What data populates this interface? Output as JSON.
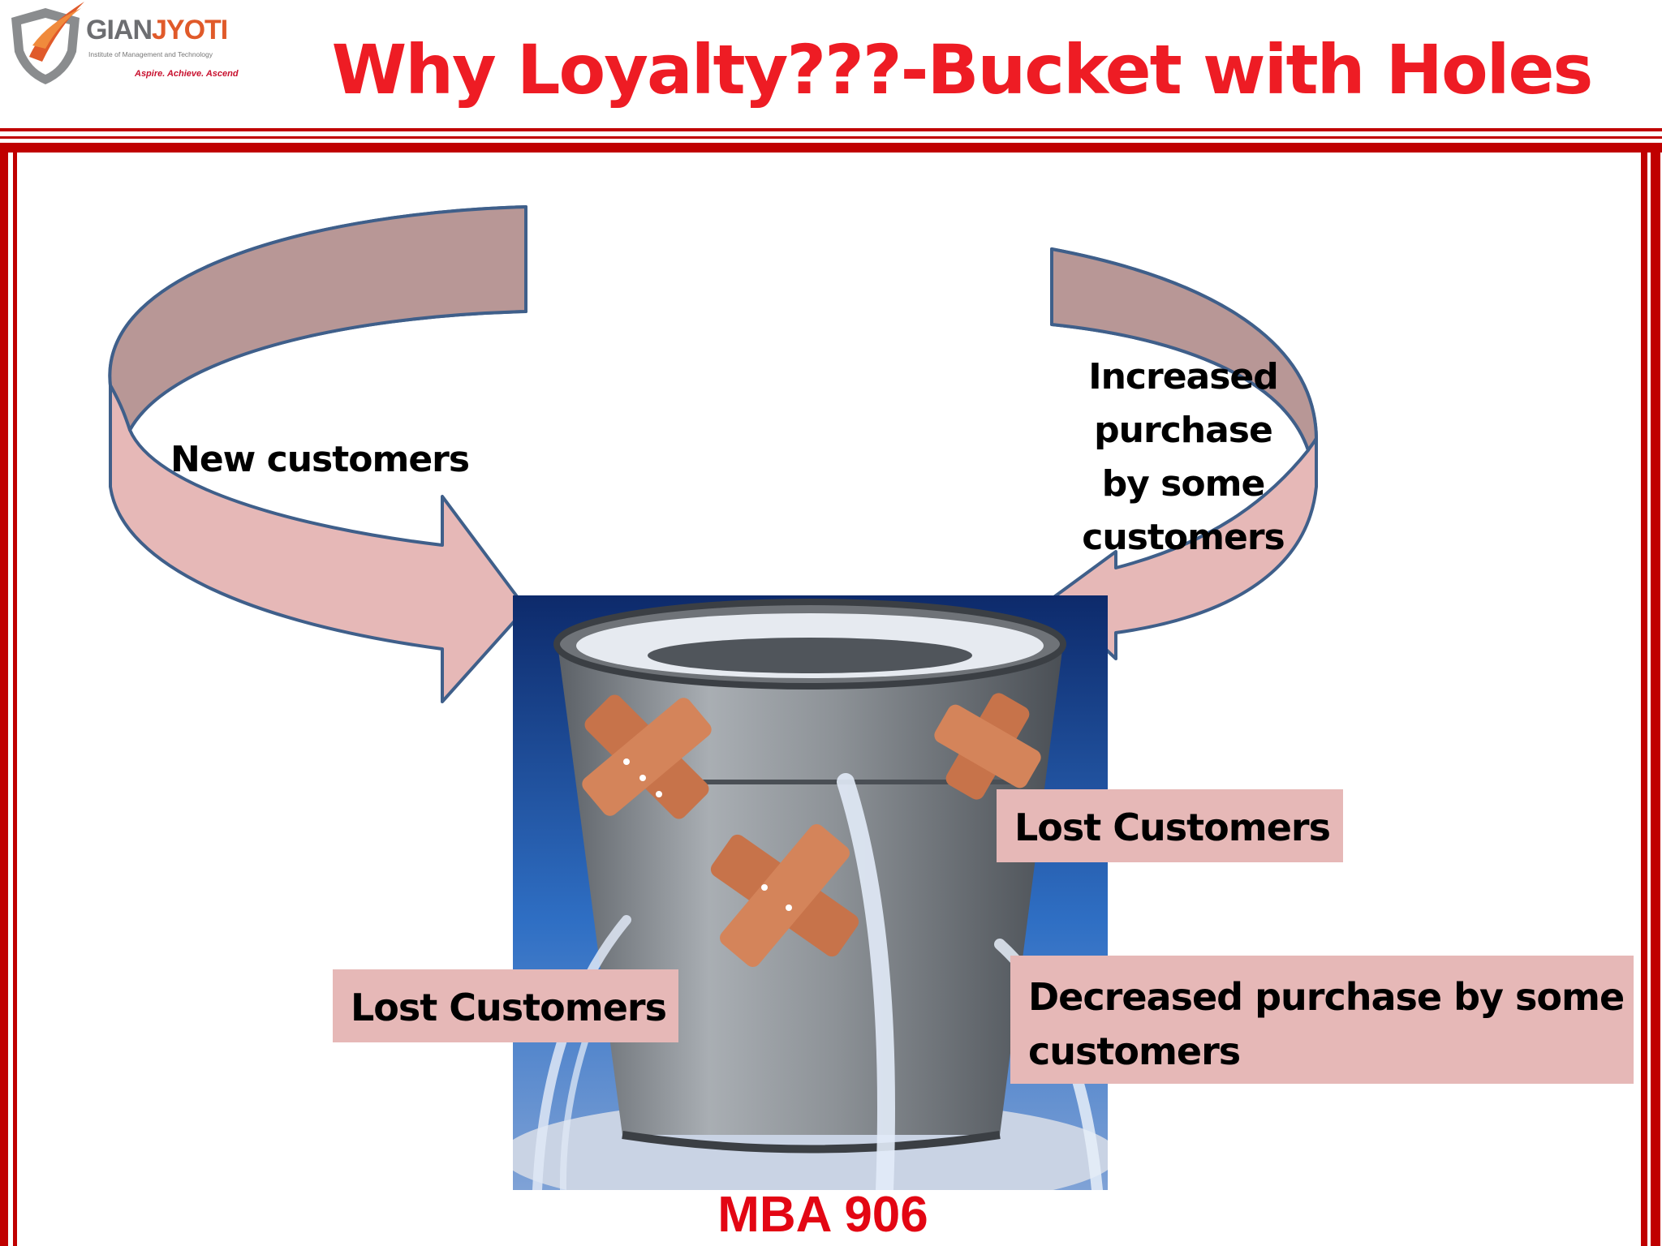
{
  "logo": {
    "name_part1": "GIAN",
    "name_part2": "JYOTI",
    "subtitle": "Institute of Management and Technology",
    "tagline": "Aspire. Achieve. Ascend",
    "colors": {
      "orange": "#e05a2a",
      "gray": "#6d6e71",
      "red": "#c8102e"
    }
  },
  "title": "Why Loyalty???-Bucket with Holes",
  "diagram": {
    "inflow_left_label": "New customers",
    "inflow_right_label": "Increased purchase by some customers",
    "outflow_labels": {
      "lost_right": "Lost Customers",
      "lost_left": "Lost Customers",
      "decreased": "Decreased purchase by some customers"
    },
    "colors": {
      "arrow_fill": "#e6b8b7",
      "arrow_shade": "#b89796",
      "arrow_stroke": "#3f5f8a",
      "box_fill": "#e6b8b7"
    }
  },
  "footer": "MBA 906",
  "theme": {
    "title_color": "#ee1c24",
    "frame_color": "#c00000",
    "footer_color": "#e30613"
  }
}
